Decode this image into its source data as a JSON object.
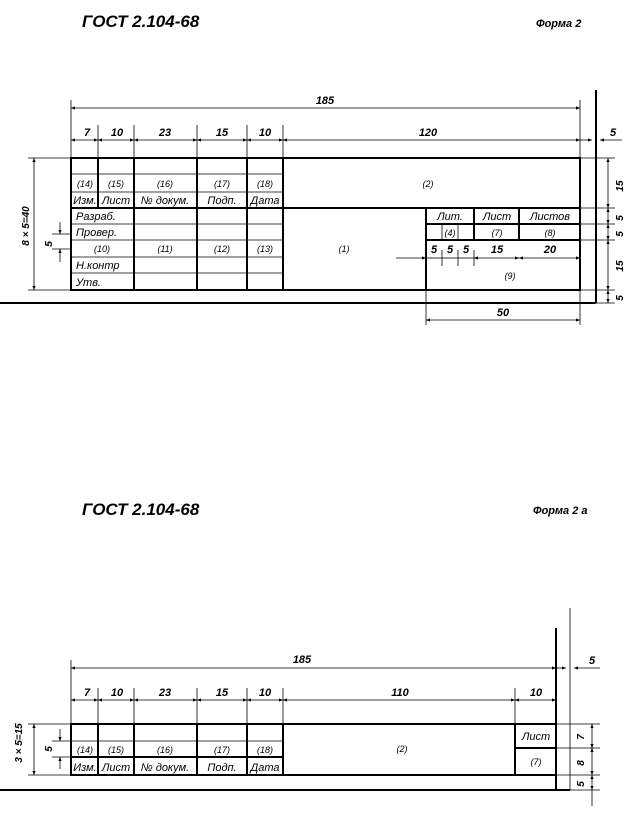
{
  "form2": {
    "gost": "ГОСТ 2.104-68",
    "form_label": "Форма 2",
    "dims_top": {
      "total": "185",
      "d1": "7",
      "d2": "10",
      "d3": "23",
      "d4": "15",
      "d5": "10",
      "d6": "120"
    },
    "dims_right": {
      "r1": "5",
      "r2": "15",
      "r3": "5",
      "r4": "5",
      "r5": "15",
      "r6": "5"
    },
    "dims_left": {
      "height": "8 × 5=40",
      "row": "5"
    },
    "refs": {
      "c14": "(14)",
      "c15": "(15)",
      "c16": "(16)",
      "c17": "(17)",
      "c18": "(18)",
      "c2": "(2)",
      "c10": "(10)",
      "c11": "(11)",
      "c12": "(12)",
      "c13": "(13)",
      "c1": "(1)",
      "c4": "(4)",
      "c7": "(7)",
      "c8": "(8)",
      "c9": "(9)"
    },
    "headers": {
      "izm": "Изм.",
      "list": "Лист",
      "ndoc": "№ докум.",
      "podp": "Подп.",
      "data": "Дата"
    },
    "rows": {
      "razrab": "Разраб.",
      "prover": "Провер.",
      "nkontr": "Н.контр",
      "utv": "Утв."
    },
    "lit_block": {
      "lit": "Лит.",
      "list": "Лист",
      "listov": "Листов"
    },
    "lit_dims": {
      "a": "5",
      "b": "5",
      "c": "5",
      "d": "15",
      "e": "20"
    },
    "bottom_dim": "50"
  },
  "form2a": {
    "gost": "ГОСТ 2.104-68",
    "form_label": "Форма 2 а",
    "dims_top": {
      "total": "185",
      "d1": "7",
      "d2": "10",
      "d3": "23",
      "d4": "15",
      "d5": "10",
      "d6": "110",
      "d7": "10"
    },
    "dims_right": {
      "r1": "5",
      "r2": "7",
      "r3": "8",
      "r4": "5"
    },
    "dims_left": {
      "height": "3 × 5=15",
      "row": "5"
    },
    "refs": {
      "c14": "(14)",
      "c15": "(15)",
      "c16": "(16)",
      "c17": "(17)",
      "c18": "(18)",
      "c2": "(2)",
      "c7": "(7)"
    },
    "headers": {
      "izm": "Изм.",
      "list": "Лист",
      "ndoc": "№ докум.",
      "podp": "Подп.",
      "data": "Дата"
    },
    "sheet": "Лист"
  }
}
